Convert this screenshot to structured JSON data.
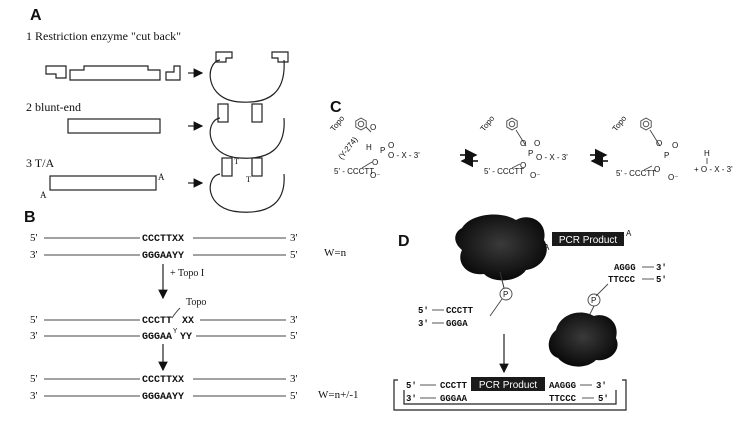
{
  "panel_a": {
    "label": "A",
    "step1": "1  Restriction enzyme \"cut back\"",
    "step2": "2  blunt-end",
    "step3": "3  T/A",
    "a_left": "A",
    "a_right": "A",
    "t_left": "T",
    "t_right": "T"
  },
  "panel_b": {
    "label": "B",
    "five": "5'",
    "three": "3'",
    "s1_top": "CCCTTXX",
    "s1_bot": "GGGAAYY",
    "w1": "W=n",
    "topo_step": "+ Topo I",
    "topo": "Topo",
    "s2_top_a": "CCCTT",
    "s2_top_b": "XX",
    "s2_bot": "GGGAA",
    "s2_sup": "Y",
    "s2_bot_b": "YY",
    "s3_top": "CCCTTXX",
    "s3_bot": "GGGAAYY",
    "w3": "W=n+/-1"
  },
  "panel_c": {
    "label": "C",
    "topo": "Topo",
    "y274": "(Y-274)",
    "h": "H",
    "o": "O",
    "p": "P",
    "o_minus": "O⁻",
    "strand_end": "5' - CCCTT",
    "tail": "O - X - 3'",
    "free": "+ O - X - 3'"
  },
  "panel_d": {
    "label": "D",
    "a": "A",
    "pcr": "PCR Product",
    "p": "P",
    "left_top": "5'",
    "left_top_seq": "CCCTT",
    "left_bot": "3'",
    "left_bot_seq": "GGGA",
    "right_top_seq": "AGGG",
    "right_top": "3'",
    "right_bot_seq": "TTCCC",
    "right_bot": "5'",
    "f_top_5": "5'",
    "f_top_seq": "CCCTT",
    "f_top_seq2": "AAGGG",
    "f_top_3": "3'",
    "f_bot_3": "3'",
    "f_bot_seq": "GGGAA",
    "f_bot_seq2": "TTCCC",
    "f_bot_5": "5'"
  }
}
